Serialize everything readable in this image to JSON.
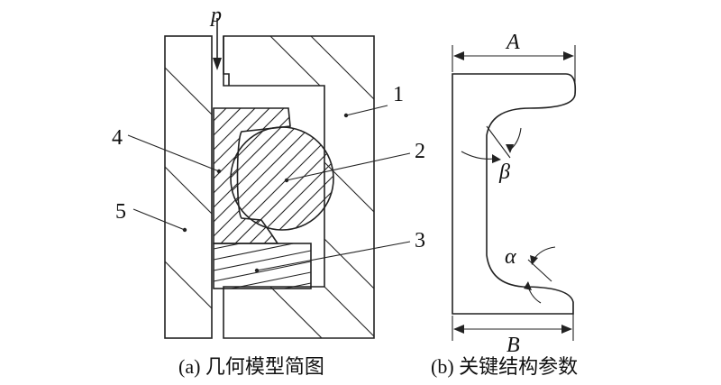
{
  "figure": {
    "panel_a": {
      "load_label": "p",
      "part_labels": [
        "1",
        "2",
        "3",
        "4",
        "5"
      ],
      "caption": "(a) 几何模型简图"
    },
    "panel_b": {
      "dim_top": "A",
      "dim_bottom": "B",
      "angle_top": "β",
      "angle_bottom": "α",
      "caption": "(b) 关键结构参数"
    }
  }
}
